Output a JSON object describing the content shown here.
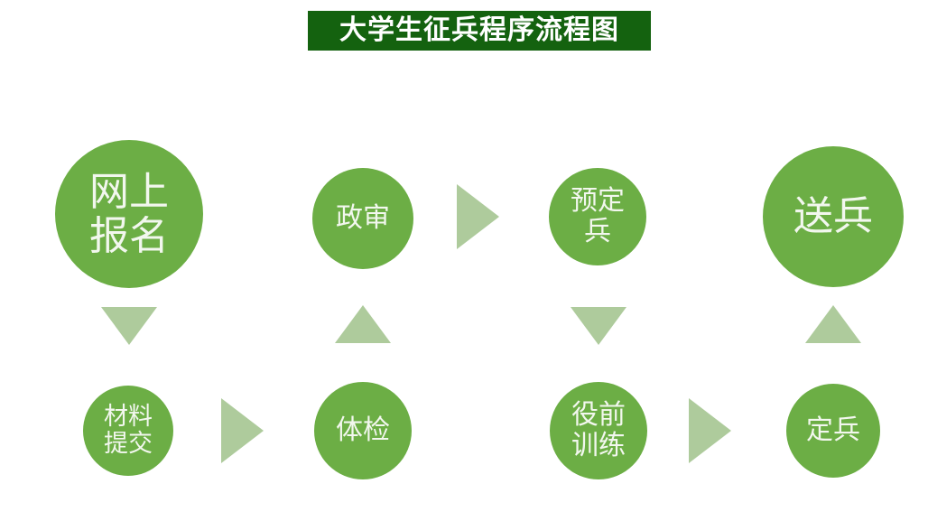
{
  "document": {
    "title": "大学生征兵程序流程图",
    "title_bg_color": "#14620F",
    "title_text_color": "#FFFFFF",
    "background_color": "#FFFFFF",
    "node_color": "#6CAE45",
    "node_text_color": "#F2F7EE",
    "arrow_color": "#AECB9C"
  },
  "flowchart": {
    "type": "process-flow",
    "nodes": [
      {
        "id": "online-registration",
        "label": "网上\n报名",
        "row": "top",
        "size": "big"
      },
      {
        "id": "material-submission",
        "label": "材料\n提交",
        "row": "bottom",
        "size": "small"
      },
      {
        "id": "physical-exam",
        "label": "体检",
        "row": "bottom",
        "size": "mid"
      },
      {
        "id": "political-review",
        "label": "政审",
        "row": "top",
        "size": "mid"
      },
      {
        "id": "pre-designated",
        "label": "预定\n兵",
        "row": "top",
        "size": "mid"
      },
      {
        "id": "pre-service-training",
        "label": "役前\n训练",
        "row": "bottom",
        "size": "mid"
      },
      {
        "id": "soldier-selection",
        "label": "定兵",
        "row": "bottom",
        "size": "mid"
      },
      {
        "id": "send-off",
        "label": "送兵",
        "row": "top",
        "size": "big"
      }
    ],
    "arrows": [
      {
        "id": "arrow-1",
        "direction": "down",
        "from": "online-registration",
        "to": "material-submission"
      },
      {
        "id": "arrow-2",
        "direction": "right",
        "from": "material-submission",
        "to": "physical-exam"
      },
      {
        "id": "arrow-3",
        "direction": "up",
        "from": "physical-exam",
        "to": "political-review"
      },
      {
        "id": "arrow-4",
        "direction": "right",
        "from": "political-review",
        "to": "pre-designated"
      },
      {
        "id": "arrow-5",
        "direction": "down",
        "from": "pre-designated",
        "to": "pre-service-training"
      },
      {
        "id": "arrow-6",
        "direction": "right",
        "from": "pre-service-training",
        "to": "soldier-selection"
      },
      {
        "id": "arrow-7",
        "direction": "up",
        "from": "soldier-selection",
        "to": "send-off"
      }
    ]
  }
}
